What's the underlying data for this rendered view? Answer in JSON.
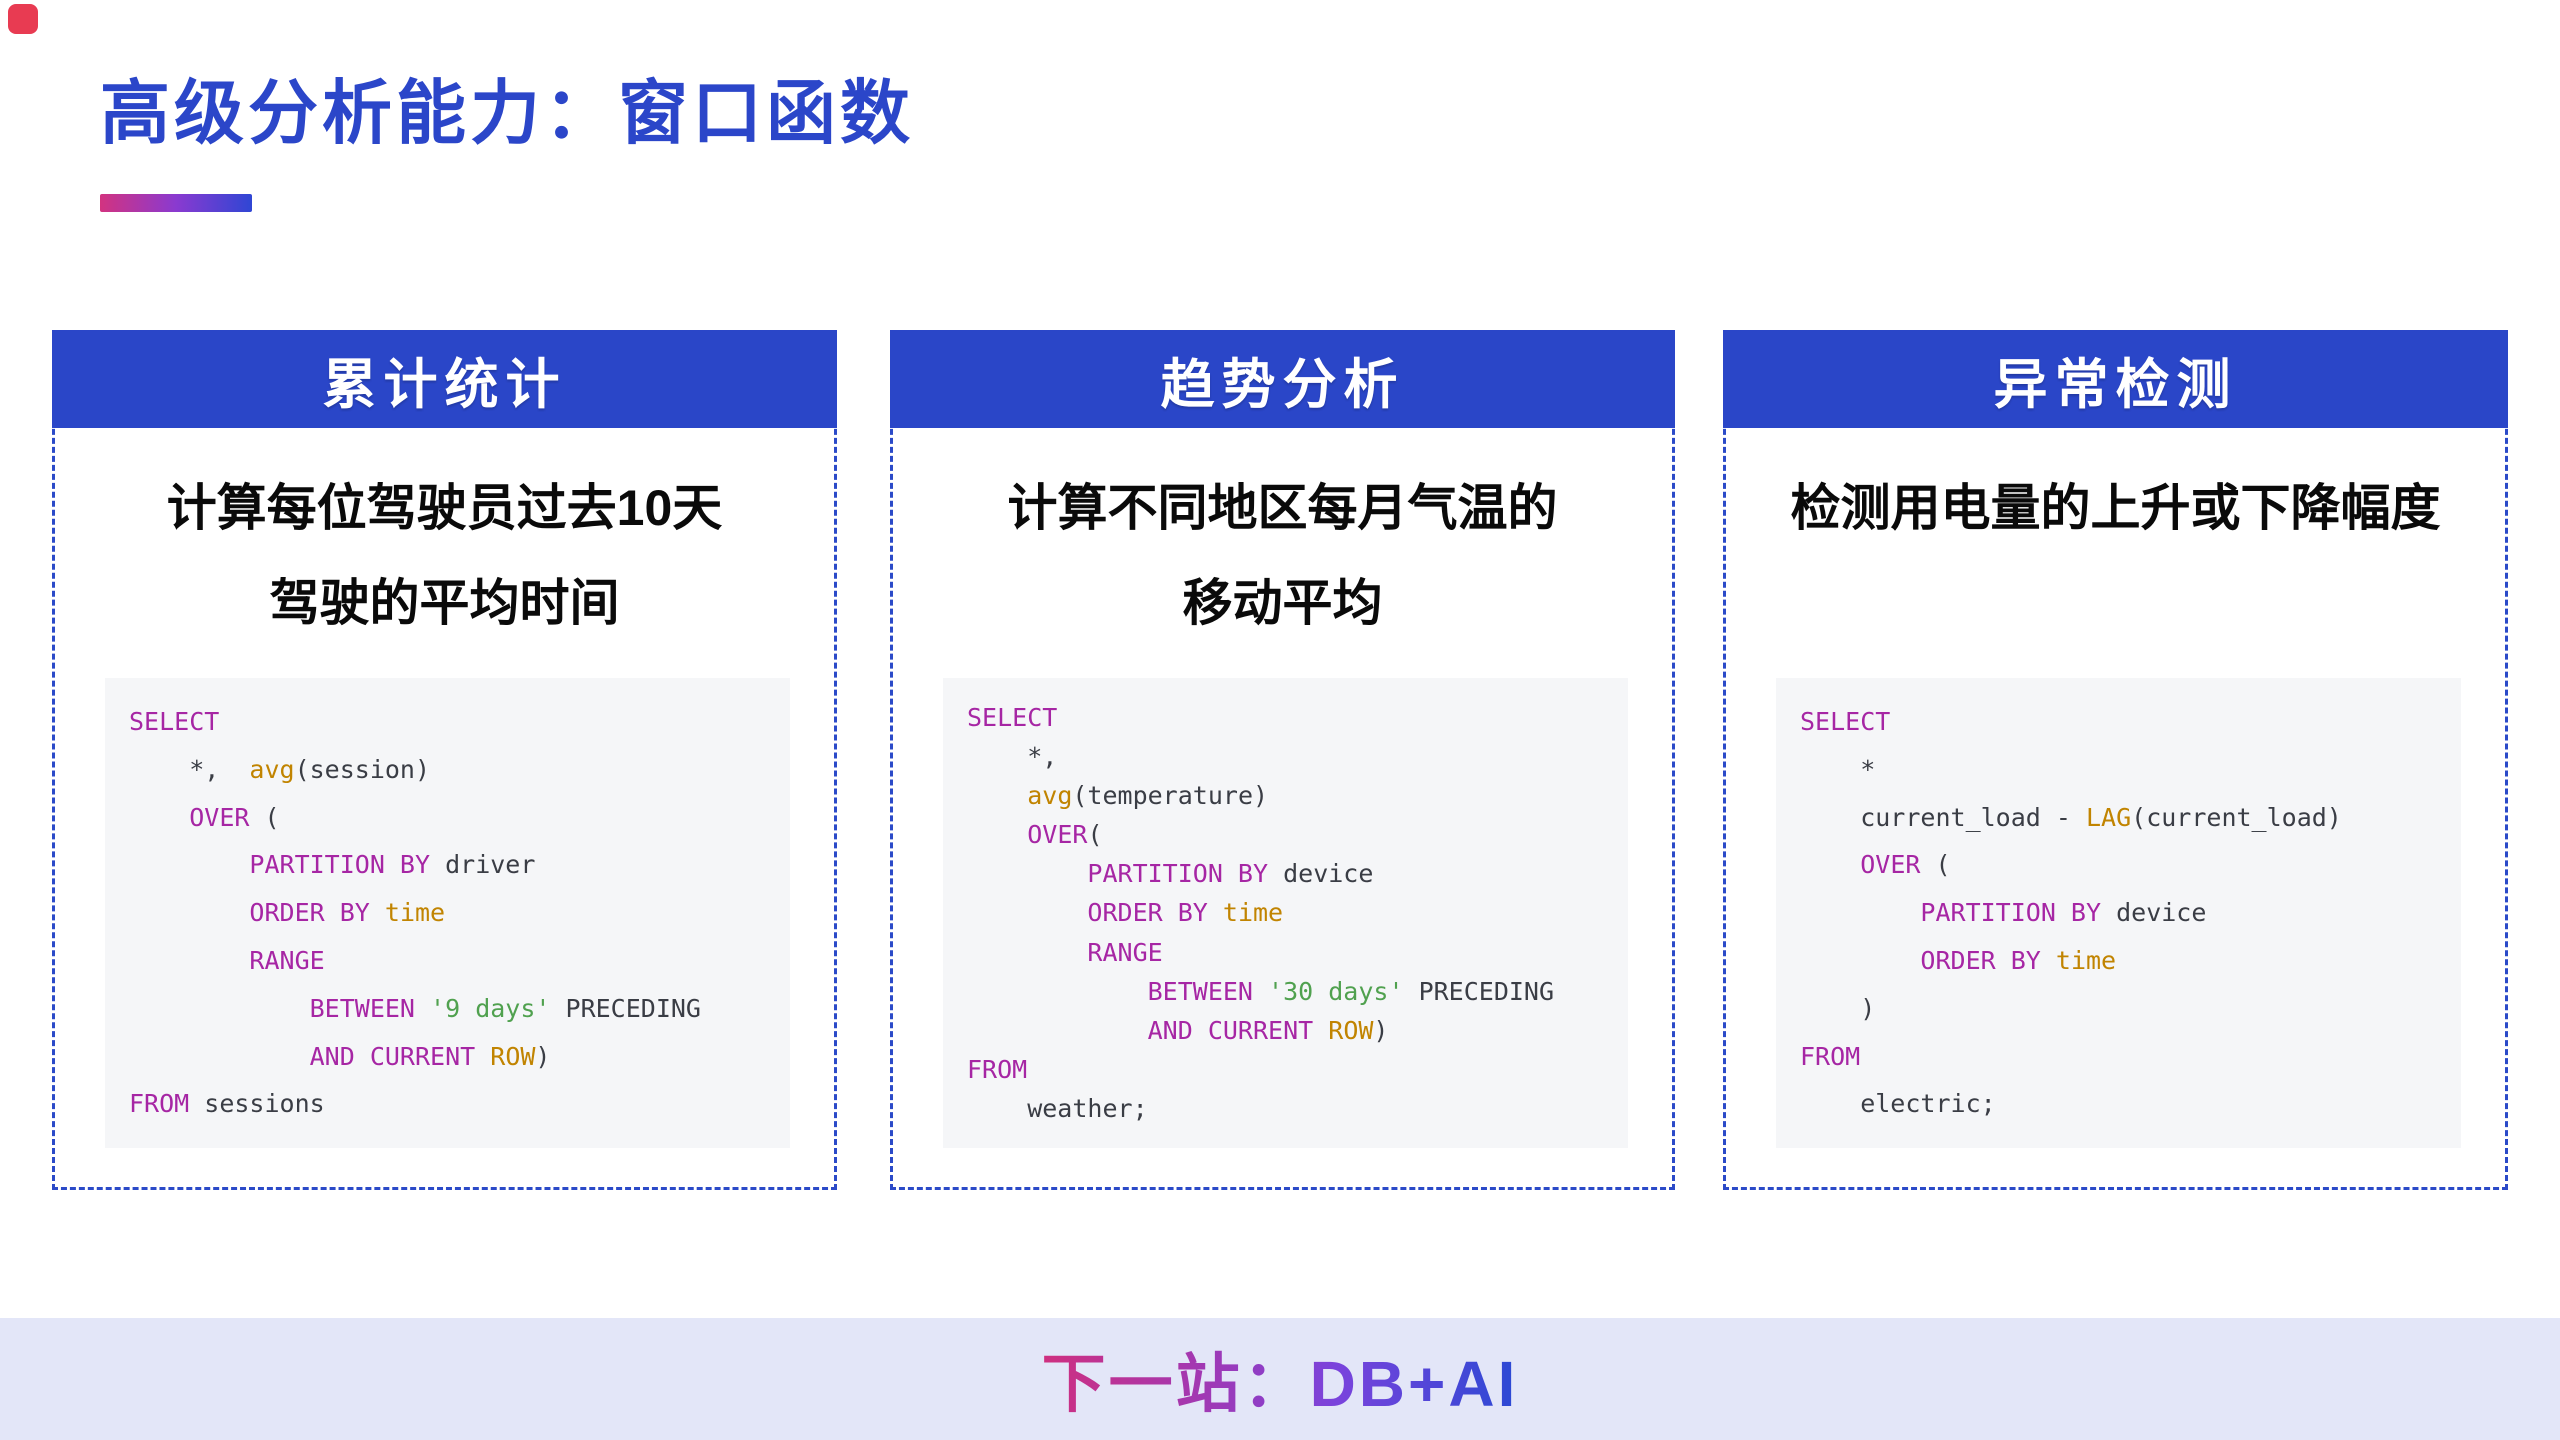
{
  "title": "高级分析能力：窗口函数",
  "colors": {
    "accent_blue": "#2b46c9",
    "header_blue": "#2a46c8",
    "dashed_border_blue": "#2b4ac8",
    "code_background": "#f5f6f8",
    "code_keyword_purple": "#a626a4",
    "code_function_gold": "#c18401",
    "code_string_green": "#50a14f",
    "code_plain_text": "#3a3d45",
    "footer_background": "#e3e6f8",
    "gradient_pink": "#d23380",
    "gradient_purple": "#8a3ad0",
    "gradient_blue": "#2f46d4",
    "corner_red": "#e83b52"
  },
  "cards": [
    {
      "header": "累计统计",
      "desc_lines": [
        "计算每位驾驶员过去10天",
        "驾驶的平均时间"
      ],
      "code": [
        [
          [
            "kw",
            "SELECT"
          ]
        ],
        [
          [
            "txt",
            "    *,  "
          ],
          [
            "fn",
            "avg"
          ],
          [
            "txt",
            "(session)"
          ]
        ],
        [
          [
            "txt",
            "    "
          ],
          [
            "kw",
            "OVER"
          ],
          [
            "txt",
            " ("
          ]
        ],
        [
          [
            "txt",
            "        "
          ],
          [
            "kw",
            "PARTITION BY"
          ],
          [
            "txt",
            " driver"
          ]
        ],
        [
          [
            "txt",
            "        "
          ],
          [
            "kw",
            "ORDER BY"
          ],
          [
            "txt",
            " "
          ],
          [
            "fn",
            "time"
          ]
        ],
        [
          [
            "txt",
            "        "
          ],
          [
            "kw",
            "RANGE"
          ]
        ],
        [
          [
            "txt",
            "            "
          ],
          [
            "kw",
            "BETWEEN"
          ],
          [
            "txt",
            " "
          ],
          [
            "str",
            "'9 days'"
          ],
          [
            "txt",
            " PRECEDING"
          ]
        ],
        [
          [
            "txt",
            "            "
          ],
          [
            "kw",
            "AND CURRENT"
          ],
          [
            "txt",
            " "
          ],
          [
            "fn",
            "ROW"
          ],
          [
            "txt",
            ")"
          ]
        ],
        [
          [
            "kw",
            "FROM"
          ],
          [
            "txt",
            " sessions"
          ]
        ]
      ]
    },
    {
      "header": "趋势分析",
      "desc_lines": [
        "计算不同地区每月气温的",
        "移动平均"
      ],
      "code": [
        [
          [
            "kw",
            "SELECT"
          ]
        ],
        [
          [
            "txt",
            "    *,"
          ]
        ],
        [
          [
            "txt",
            "    "
          ],
          [
            "fn",
            "avg"
          ],
          [
            "txt",
            "(temperature)"
          ]
        ],
        [
          [
            "txt",
            "    "
          ],
          [
            "kw",
            "OVER"
          ],
          [
            "txt",
            "("
          ]
        ],
        [
          [
            "txt",
            "        "
          ],
          [
            "kw",
            "PARTITION BY"
          ],
          [
            "txt",
            " device"
          ]
        ],
        [
          [
            "txt",
            "        "
          ],
          [
            "kw",
            "ORDER BY"
          ],
          [
            "txt",
            " "
          ],
          [
            "fn",
            "time"
          ]
        ],
        [
          [
            "txt",
            "        "
          ],
          [
            "kw",
            "RANGE"
          ]
        ],
        [
          [
            "txt",
            "            "
          ],
          [
            "kw",
            "BETWEEN"
          ],
          [
            "txt",
            " "
          ],
          [
            "str",
            "'30 days'"
          ],
          [
            "txt",
            " PRECEDING"
          ]
        ],
        [
          [
            "txt",
            "            "
          ],
          [
            "kw",
            "AND CURRENT"
          ],
          [
            "txt",
            " "
          ],
          [
            "fn",
            "ROW"
          ],
          [
            "txt",
            ")"
          ]
        ],
        [
          [
            "kw",
            "FROM"
          ]
        ],
        [
          [
            "txt",
            "    weather;"
          ]
        ]
      ]
    },
    {
      "header": "异常检测",
      "desc_lines": [
        "检测用电量的上升或下降幅度"
      ],
      "code": [
        [
          [
            "kw",
            "SELECT"
          ]
        ],
        [
          [
            "txt",
            "    *"
          ]
        ],
        [
          [
            "txt",
            "    current_load - "
          ],
          [
            "fn",
            "LAG"
          ],
          [
            "txt",
            "(current_load)"
          ]
        ],
        [
          [
            "txt",
            "    "
          ],
          [
            "kw",
            "OVER"
          ],
          [
            "txt",
            " ("
          ]
        ],
        [
          [
            "txt",
            "        "
          ],
          [
            "kw",
            "PARTITION BY"
          ],
          [
            "txt",
            " device"
          ]
        ],
        [
          [
            "txt",
            "        "
          ],
          [
            "kw",
            "ORDER BY"
          ],
          [
            "txt",
            " "
          ],
          [
            "fn",
            "time"
          ]
        ],
        [
          [
            "txt",
            "    )"
          ]
        ],
        [
          [
            "kw",
            "FROM"
          ]
        ],
        [
          [
            "txt",
            "    electric;"
          ]
        ]
      ]
    }
  ],
  "footer": {
    "text": "下一站：DB+AI"
  }
}
